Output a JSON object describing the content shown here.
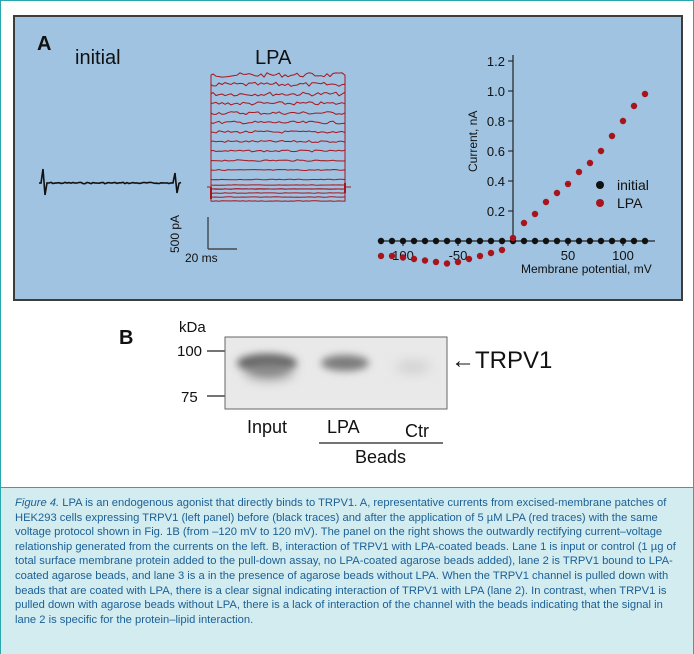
{
  "panel_a": {
    "letter": "A",
    "initial_label": "initial",
    "lpa_label": "LPA",
    "scale_bar_y": "500 pA",
    "scale_bar_x": "20 ms",
    "trace_colors": {
      "initial": "#111111",
      "lpa": "#a8141c"
    },
    "iv_plot": {
      "ylabel": "Current, nA",
      "xlabel": "Membrane potential, mV",
      "y_ticks": [
        "1.2",
        "1.0",
        "0.8",
        "0.6",
        "0.4",
        "0.2"
      ],
      "x_ticks": [
        "100",
        "-50",
        "50",
        "100"
      ],
      "legend": [
        {
          "label": "initial",
          "color": "#111111"
        },
        {
          "label": "LPA",
          "color": "#a8141c"
        }
      ]
    }
  },
  "panel_b": {
    "letter": "B",
    "unit": "kDa",
    "marker_100": "100",
    "marker_75": "75",
    "band_label": "←TRPV1",
    "lanes": [
      "Input",
      "LPA",
      "Ctr"
    ],
    "group_label": "Beads"
  },
  "chart_data": {
    "type": "scatter",
    "title": "",
    "xlabel": "Membrane potential, mV",
    "ylabel": "Current, nA",
    "ylim": [
      -0.15,
      1.2
    ],
    "xlim": [
      -120,
      120
    ],
    "grid": false,
    "legend_position": "right",
    "series": [
      {
        "name": "initial",
        "color": "#111111",
        "x": [
          -120,
          -110,
          -100,
          -90,
          -80,
          -70,
          -60,
          -50,
          -40,
          -30,
          -20,
          -10,
          0,
          10,
          20,
          30,
          40,
          50,
          60,
          70,
          80,
          90,
          100,
          110,
          120
        ],
        "y": [
          0.0,
          0.0,
          0.0,
          0.0,
          0.0,
          0.0,
          0.0,
          0.0,
          0.0,
          0.0,
          0.0,
          0.0,
          0.0,
          0.0,
          0.0,
          0.0,
          0.0,
          0.0,
          0.0,
          0.0,
          0.0,
          0.0,
          0.0,
          0.0,
          0.0
        ]
      },
      {
        "name": "LPA",
        "color": "#a8141c",
        "x": [
          -120,
          -110,
          -100,
          -90,
          -80,
          -70,
          -60,
          -50,
          -40,
          -30,
          -20,
          -10,
          0,
          10,
          20,
          30,
          40,
          50,
          60,
          70,
          80,
          90,
          100,
          110,
          120
        ],
        "y": [
          -0.1,
          -0.1,
          -0.11,
          -0.12,
          -0.13,
          -0.14,
          -0.15,
          -0.14,
          -0.12,
          -0.1,
          -0.08,
          -0.06,
          0.02,
          0.12,
          0.18,
          0.26,
          0.32,
          0.38,
          0.46,
          0.52,
          0.6,
          0.7,
          0.8,
          0.9,
          0.98
        ]
      }
    ]
  },
  "caption": {
    "lead": "Figure 4.",
    "text": " LPA is an endogenous agonist that directly binds to TRPV1. A, representative currents from excised-membrane patches of HEK293 cells expressing TRPV1 (left panel) before (black traces) and after the application of 5 µM LPA (red traces) with the same voltage protocol shown in Fig. 1B (from –120 mV to 120 mV). The panel on the right shows the outwardly rectifying current–voltage relationship generated from the currents on the left. B, interaction of TRPV1 with LPA-coated beads. Lane 1 is input or control (1 µg of total surface membrane protein added to the pull-down assay, no LPA-coated agarose beads added), lane 2 is TRPV1 bound to LPA-coated agarose beads, and lane 3 is a in the presence of agarose beads without LPA. When the TRPV1 channel is pulled down with beads that are coated with LPA, there is a clear signal indicating interaction of TRPV1 with LPA (lane 2). In contrast, when TRPV1 is pulled down with agarose beads without LPA, there is a lack of interaction of the channel with the beads indicating that the signal in lane 2 is specific for the protein–lipid interaction."
  }
}
